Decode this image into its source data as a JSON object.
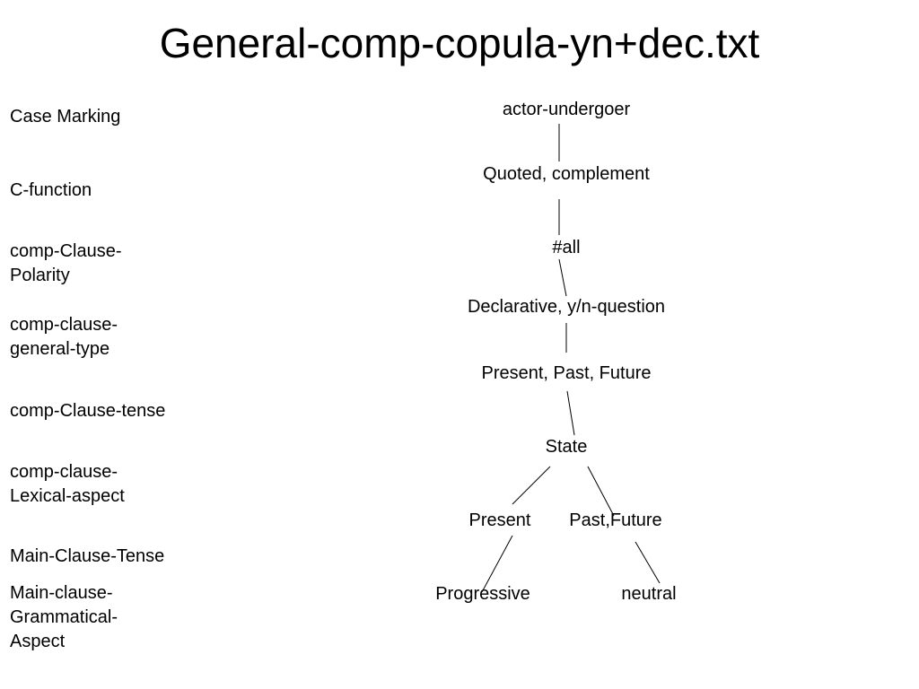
{
  "title": "General-comp-copula-yn+dec.txt",
  "levels": [
    "Case Marking",
    "C-function",
    "comp-Clause-Polarity",
    "comp-clause-general-type",
    "comp-Clause-tense",
    "comp-clause-Lexical-aspect",
    "Main-Clause-Tense",
    "Main-clause-Grammatical-Aspect"
  ],
  "tree": {
    "nodes": {
      "actor_undergoer": "actor-undergoer",
      "quoted_complement": "Quoted, complement",
      "all": "#all",
      "declarative_yn": "Declarative, y/n-question",
      "tense_present_past_future": "Present, Past, Future",
      "state": "State",
      "present": "Present",
      "past_future": "Past,Future",
      "progressive": "Progressive",
      "neutral": "neutral"
    },
    "edges": [
      [
        "actor_undergoer",
        "quoted_complement"
      ],
      [
        "quoted_complement",
        "all"
      ],
      [
        "all",
        "declarative_yn"
      ],
      [
        "declarative_yn",
        "tense_present_past_future"
      ],
      [
        "tense_present_past_future",
        "state"
      ],
      [
        "state",
        "present"
      ],
      [
        "state",
        "past_future"
      ],
      [
        "present",
        "progressive"
      ],
      [
        "past_future",
        "neutral"
      ]
    ]
  }
}
